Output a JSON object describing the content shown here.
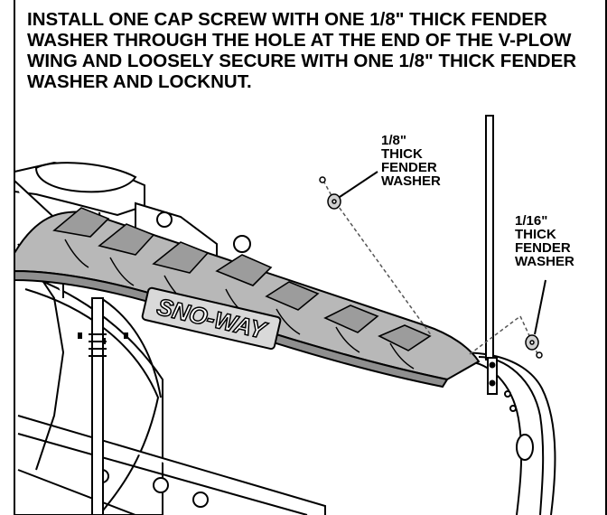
{
  "instruction": "INSTALL ONE CAP SCREW WITH ONE 1/8\" THICK FENDER WASHER THROUGH THE HOLE AT THE END OF THE V-PLOW WING AND LOOSELY SECURE WITH ONE 1/8\" THICK FENDER WASHER AND LOCKNUT.",
  "callouts": {
    "washer_18": [
      "1/8\"",
      "THICK",
      "FENDER",
      "WASHER"
    ],
    "washer_116": [
      "1/16\"",
      "THICK",
      "FENDER",
      "WASHER"
    ]
  },
  "brand_logo_text": "SNO-WAY",
  "colors": {
    "cover": "#b8b8b8",
    "cover_dark": "#8f8f8f",
    "line": "#000000",
    "background": "#ffffff"
  }
}
